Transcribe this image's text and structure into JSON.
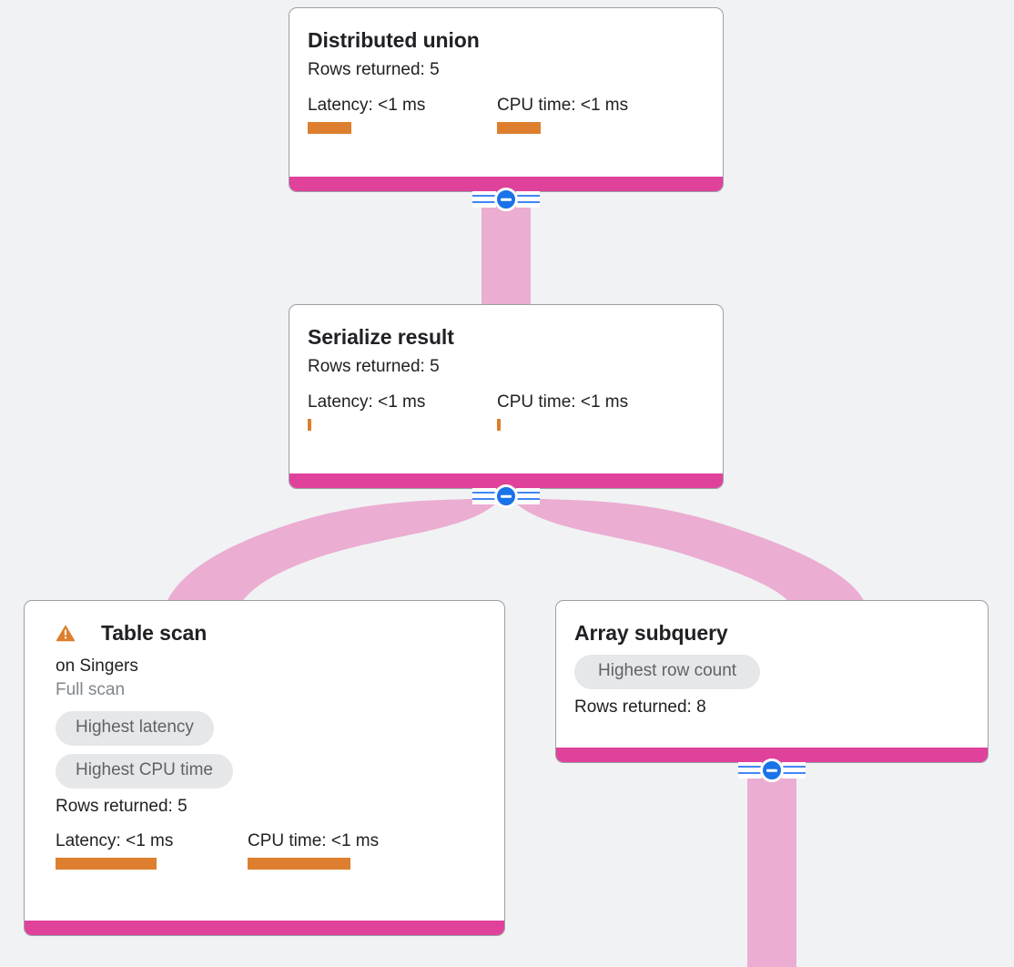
{
  "background_color": "#f1f2f4",
  "theme": {
    "card_background": "#ffffff",
    "card_border": "#9aa0a6",
    "bottom_bar_color": "#e0419b",
    "edge_color": "#ebadd2",
    "metric_bar_color": "#dd7f2e",
    "pill_background": "#e6e7e8",
    "pill_text": "#5f6368",
    "connector_color": "#1a73e8",
    "warning_color": "#dd7f2e",
    "muted_text": "#80868b",
    "text": "#202124"
  },
  "labels": {
    "rows_returned_prefix": "Rows returned:",
    "latency_prefix": "Latency:",
    "cpu_prefix": "CPU time:"
  },
  "nodes": [
    {
      "id": "distributed-union",
      "title": "Distributed union",
      "rows_returned": "Rows returned: 5",
      "latency": "Latency: <1 ms",
      "cpu_time": "CPU time: <1 ms",
      "latency_bar_width": 48,
      "cpu_bar_width": 48,
      "warning": false,
      "pills": [],
      "subtitle": null,
      "scan_type": null,
      "has_connector": true
    },
    {
      "id": "serialize-result",
      "title": "Serialize result",
      "rows_returned": "Rows returned: 5",
      "latency": "Latency: <1 ms",
      "cpu_time": "CPU time: <1 ms",
      "latency_bar_width": 4,
      "cpu_bar_width": 4,
      "warning": false,
      "pills": [],
      "subtitle": null,
      "scan_type": null,
      "has_connector": true
    },
    {
      "id": "table-scan",
      "title": "Table scan",
      "rows_returned": "Rows returned: 5",
      "latency": "Latency: <1 ms",
      "cpu_time": "CPU time: <1 ms",
      "latency_bar_width": 111,
      "cpu_bar_width": 113,
      "warning": true,
      "warning_icon": "warning-triangle-icon",
      "pills": [
        "Highest latency",
        "Highest CPU time"
      ],
      "subtitle": "on Singers",
      "scan_type": "Full scan",
      "has_connector": false
    },
    {
      "id": "array-subquery",
      "title": "Array subquery",
      "rows_returned": "Rows returned: 8",
      "latency": null,
      "cpu_time": null,
      "warning": false,
      "pills": [
        "Highest row count"
      ],
      "subtitle": null,
      "scan_type": null,
      "has_connector": true
    }
  ],
  "edges": [
    {
      "from": "distributed-union",
      "to": "serialize-result"
    },
    {
      "from": "serialize-result",
      "to": "table-scan"
    },
    {
      "from": "serialize-result",
      "to": "array-subquery"
    },
    {
      "from": "array-subquery",
      "to": "below-viewport"
    }
  ]
}
